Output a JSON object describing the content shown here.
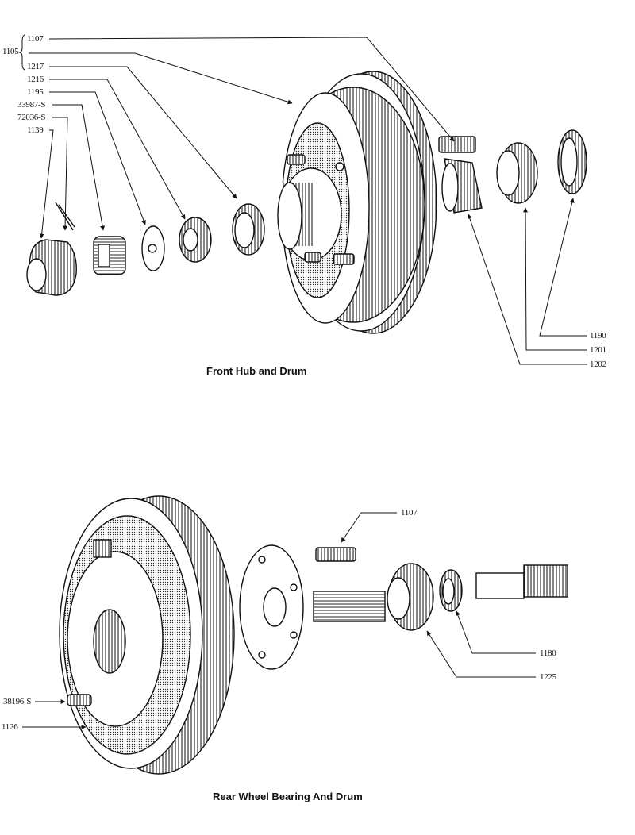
{
  "front": {
    "caption": "Front Hub and Drum",
    "left_callouts": [
      "1107",
      "1105",
      "1217",
      "1216",
      "1195",
      "33987-S",
      "72036-S",
      "1139"
    ],
    "right_callouts": [
      "1190",
      "1201",
      "1202"
    ]
  },
  "rear": {
    "caption": "Rear Wheel Bearing And Drum",
    "callouts": [
      "1107",
      "1180",
      "1225",
      "38196-S",
      "1126"
    ]
  }
}
